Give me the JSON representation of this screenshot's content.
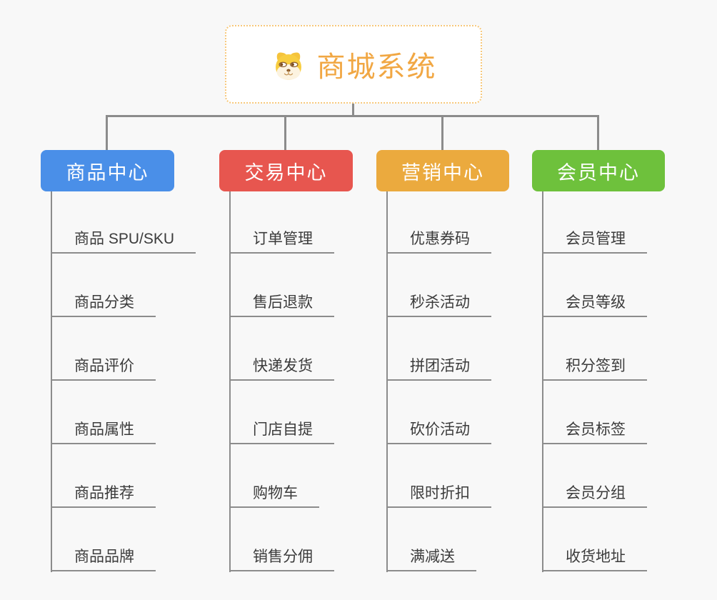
{
  "canvas": {
    "background": "#f8f8f8",
    "connector_color": "#8c8c8c",
    "leaf_text_color": "#3b3b3b"
  },
  "root": {
    "title": "商城系统",
    "icon": "doge-icon",
    "title_color": "#f1a743",
    "border_color": "#f7c87a"
  },
  "branches": [
    {
      "label": "商品中心",
      "color": "#4a8fe8",
      "children": [
        "商品 SPU/SKU",
        "商品分类",
        "商品评价",
        "商品属性",
        "商品推荐",
        "商品品牌"
      ]
    },
    {
      "label": "交易中心",
      "color": "#e7564f",
      "children": [
        "订单管理",
        "售后退款",
        "快递发货",
        "门店自提",
        "购物车",
        "销售分佣"
      ]
    },
    {
      "label": "营销中心",
      "color": "#ebaa3e",
      "children": [
        "优惠券码",
        "秒杀活动",
        "拼团活动",
        "砍价活动",
        "限时折扣",
        "满减送"
      ]
    },
    {
      "label": "会员中心",
      "color": "#6ec13c",
      "children": [
        "会员管理",
        "会员等级",
        "积分签到",
        "会员标签",
        "会员分组",
        "收货地址"
      ]
    }
  ]
}
